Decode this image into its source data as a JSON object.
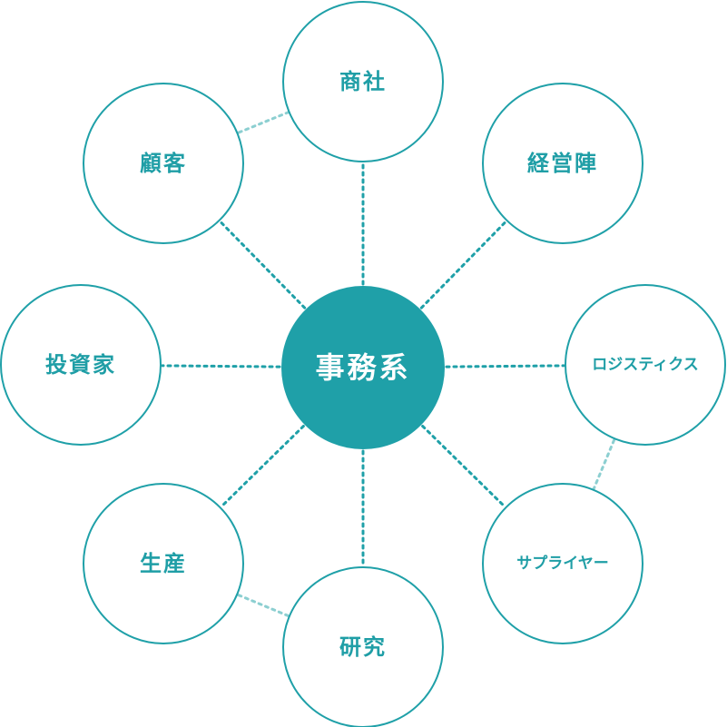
{
  "hub": {
    "label": "事務系"
  },
  "nodes": [
    {
      "id": "shosha",
      "label": "商社"
    },
    {
      "id": "keieijin",
      "label": "経営陣"
    },
    {
      "id": "logistics",
      "label": "ロジスティクス"
    },
    {
      "id": "supplier",
      "label": "サプライヤー"
    },
    {
      "id": "kenkyu",
      "label": "研究"
    },
    {
      "id": "seisan",
      "label": "生産"
    },
    {
      "id": "toshika",
      "label": "投資家"
    },
    {
      "id": "kokyaku",
      "label": "顧客"
    }
  ],
  "links": [
    [
      "kokyaku",
      "shosha"
    ],
    [
      "logistics",
      "supplier"
    ],
    [
      "seisan",
      "kenkyu"
    ]
  ],
  "colors": {
    "accent": "#1fa0a8",
    "accent_light": "#8ccfd1"
  }
}
